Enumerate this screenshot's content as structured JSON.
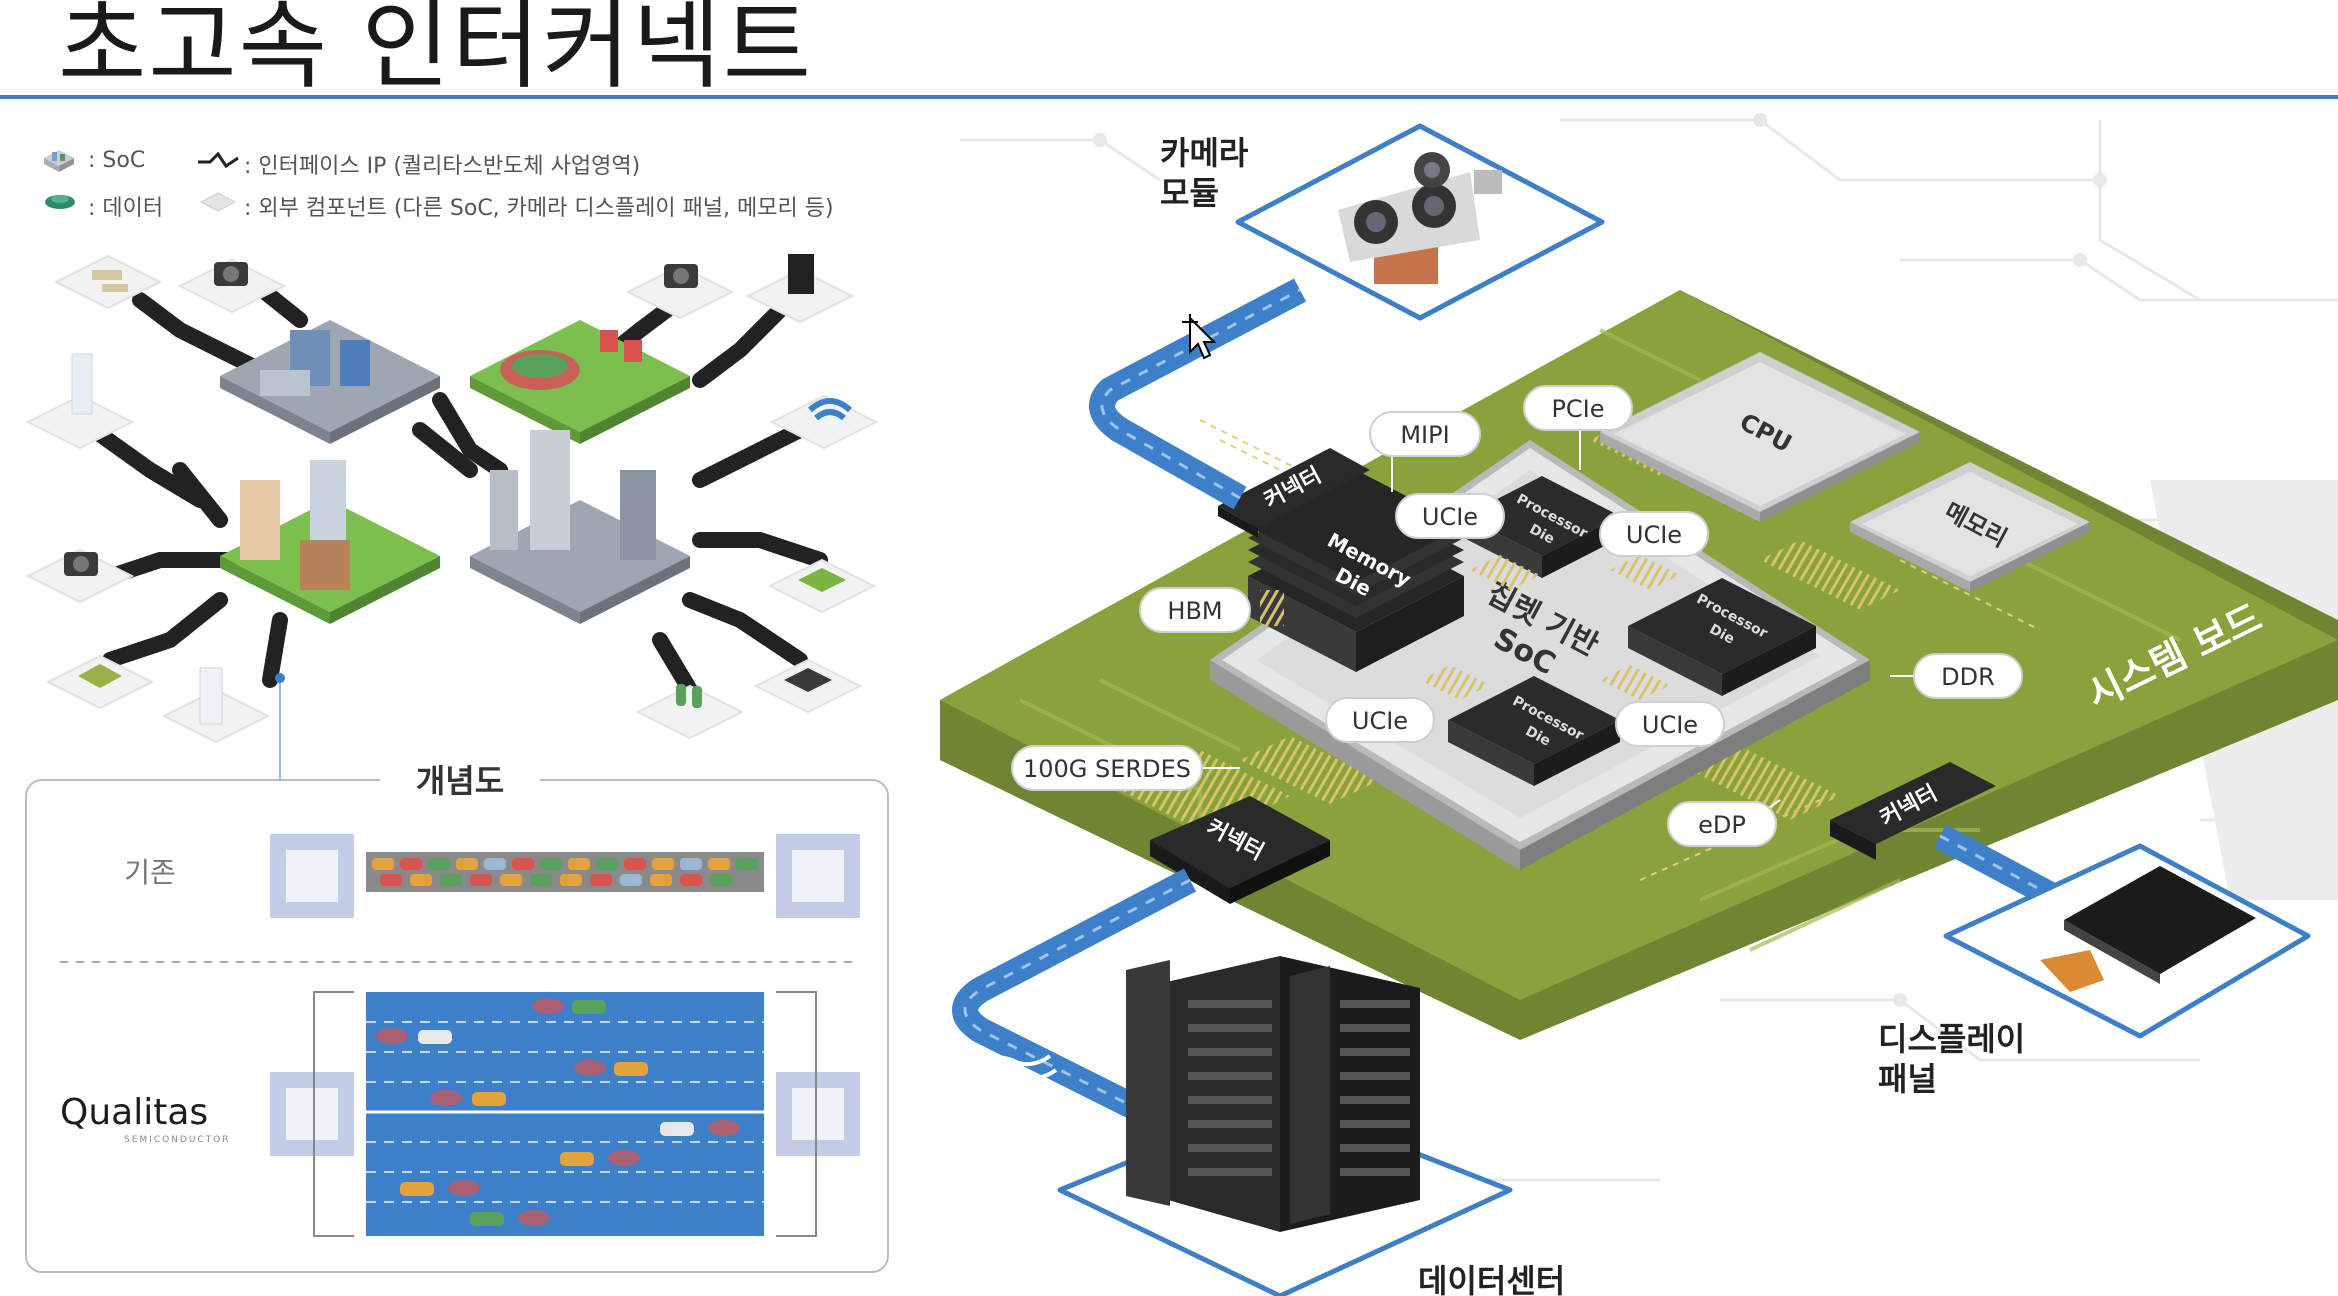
{
  "title": "초고속 인터커넥트",
  "legend": {
    "soc": ": SoC",
    "interface_ip": ": 인터페이스 IP (퀄리타스반도체 사업영역)",
    "data": ": 데이터",
    "external": ": 외부 컴포넌트 (다른 SoC, 카메라 디스플레이 패널, 메모리 등)"
  },
  "concept": {
    "title": "개념도",
    "legacy_label": "기존",
    "brand": "Qualitas",
    "brand_sub": "SEMICONDUCTOR"
  },
  "board": {
    "label": "시스템 보드",
    "soc_label": [
      "칩렛 기반",
      "SoC"
    ],
    "memory_die": [
      "Memory",
      "Die"
    ],
    "processor_die": [
      "Processor",
      "Die"
    ],
    "cpu": "CPU",
    "memory": "메모리",
    "connector": "커넥터",
    "callouts": {
      "mipi": "MIPI",
      "pcie": "PCIe",
      "ucie": "UCIe",
      "hbm": "HBM",
      "ddr": "DDR",
      "serdes": "100G SERDES",
      "edp": "eDP"
    }
  },
  "externals": {
    "camera": [
      "카메라",
      "모듈"
    ],
    "display": [
      "디스플레이",
      "패널"
    ],
    "datacenter": "데이터센터"
  },
  "colors": {
    "title_rule": "#3c7dc4",
    "board_green": "#8aa23c",
    "highway_blue": "#3d7fc8",
    "chip_dark": "#2f2f2f",
    "chip_light": "#e6e6e6"
  }
}
